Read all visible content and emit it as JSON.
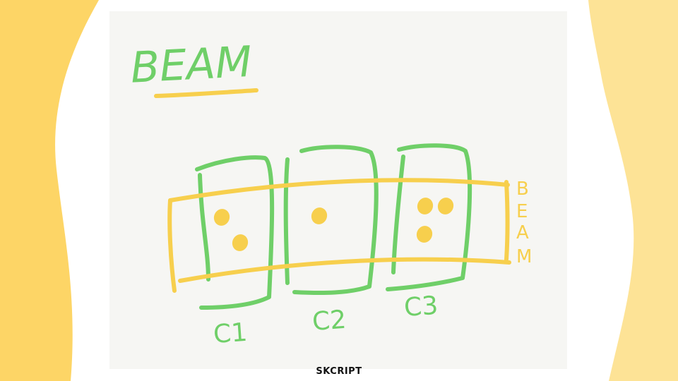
{
  "title": "BEAM",
  "side_label": [
    "B",
    "E",
    "A",
    "M"
  ],
  "columns": [
    {
      "label": "C1",
      "bars": 2
    },
    {
      "label": "C2",
      "bars": 1
    },
    {
      "label": "C3",
      "bars": 3
    }
  ],
  "brand": "SKCRIPT",
  "colors": {
    "green": "#6fcf68",
    "yellow": "#f7cf4d",
    "wave_left": "#fdd566",
    "wave_right": "#fde396",
    "paper": "#f6f6f3"
  }
}
